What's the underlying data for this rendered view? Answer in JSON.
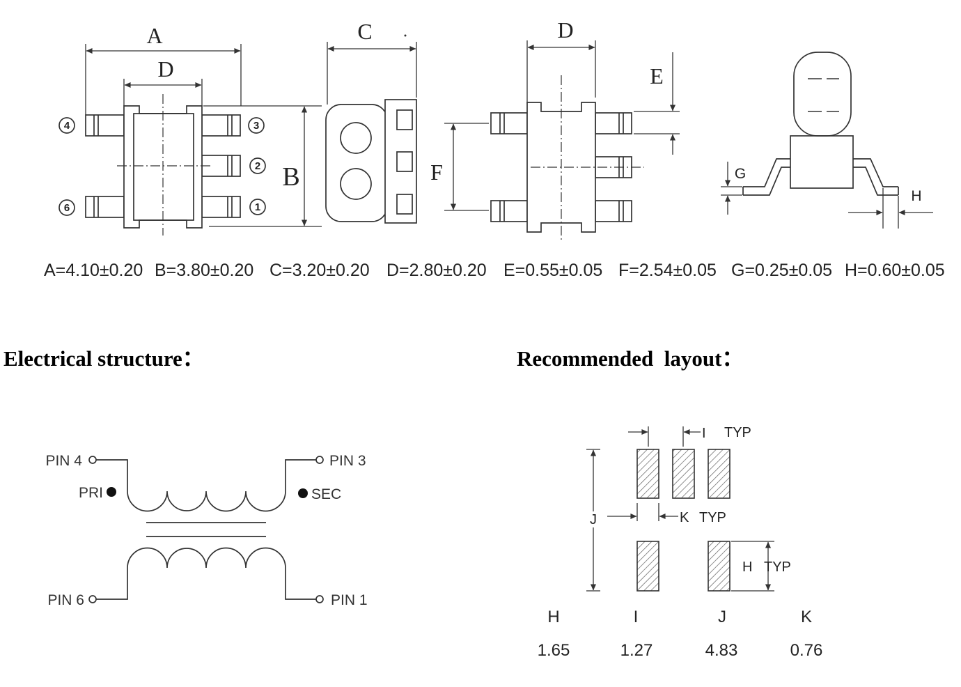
{
  "page": {
    "background": "#ffffff",
    "line_color": "#333333",
    "text_color": "#222222"
  },
  "outline_drawing": {
    "top_view": {
      "dim_a_label": "A",
      "dim_d_label": "D",
      "dim_b_label": "B",
      "pin_numbers": [
        "4",
        "3",
        "2",
        "6",
        "1"
      ]
    },
    "side_view": {
      "dim_c_label": "C"
    },
    "front_view": {
      "dim_d_label": "D",
      "dim_e_label": "E",
      "dim_f_label": "F"
    },
    "end_view": {
      "dim_g_label": "G",
      "dim_h_label": "H"
    }
  },
  "dimensions": [
    "A=4.10±0.20",
    "B=3.80±0.20",
    "C=3.20±0.20",
    "D=2.80±0.20",
    "E=0.55±0.05",
    "F=2.54±0.05",
    "G=0.25±0.05",
    "H=0.60±0.05"
  ],
  "electrical_structure": {
    "heading": "Electrical structure：",
    "pin_4": "PIN 4",
    "pin_3": "PIN 3",
    "pin_6": "PIN 6",
    "pin_1": "PIN 1",
    "pri": "PRI",
    "sec": "SEC"
  },
  "recommended_layout": {
    "heading": "Recommended  layout：",
    "i_label": "I",
    "i_note": "TYP",
    "j_label": "J",
    "k_label": "K",
    "k_note": "TYP",
    "h_label": "H",
    "h_note": "TYP",
    "table": {
      "headers": [
        "H",
        "I",
        "J",
        "K"
      ],
      "values": [
        "1.65",
        "1.27",
        "4.83",
        "0.76"
      ]
    }
  }
}
